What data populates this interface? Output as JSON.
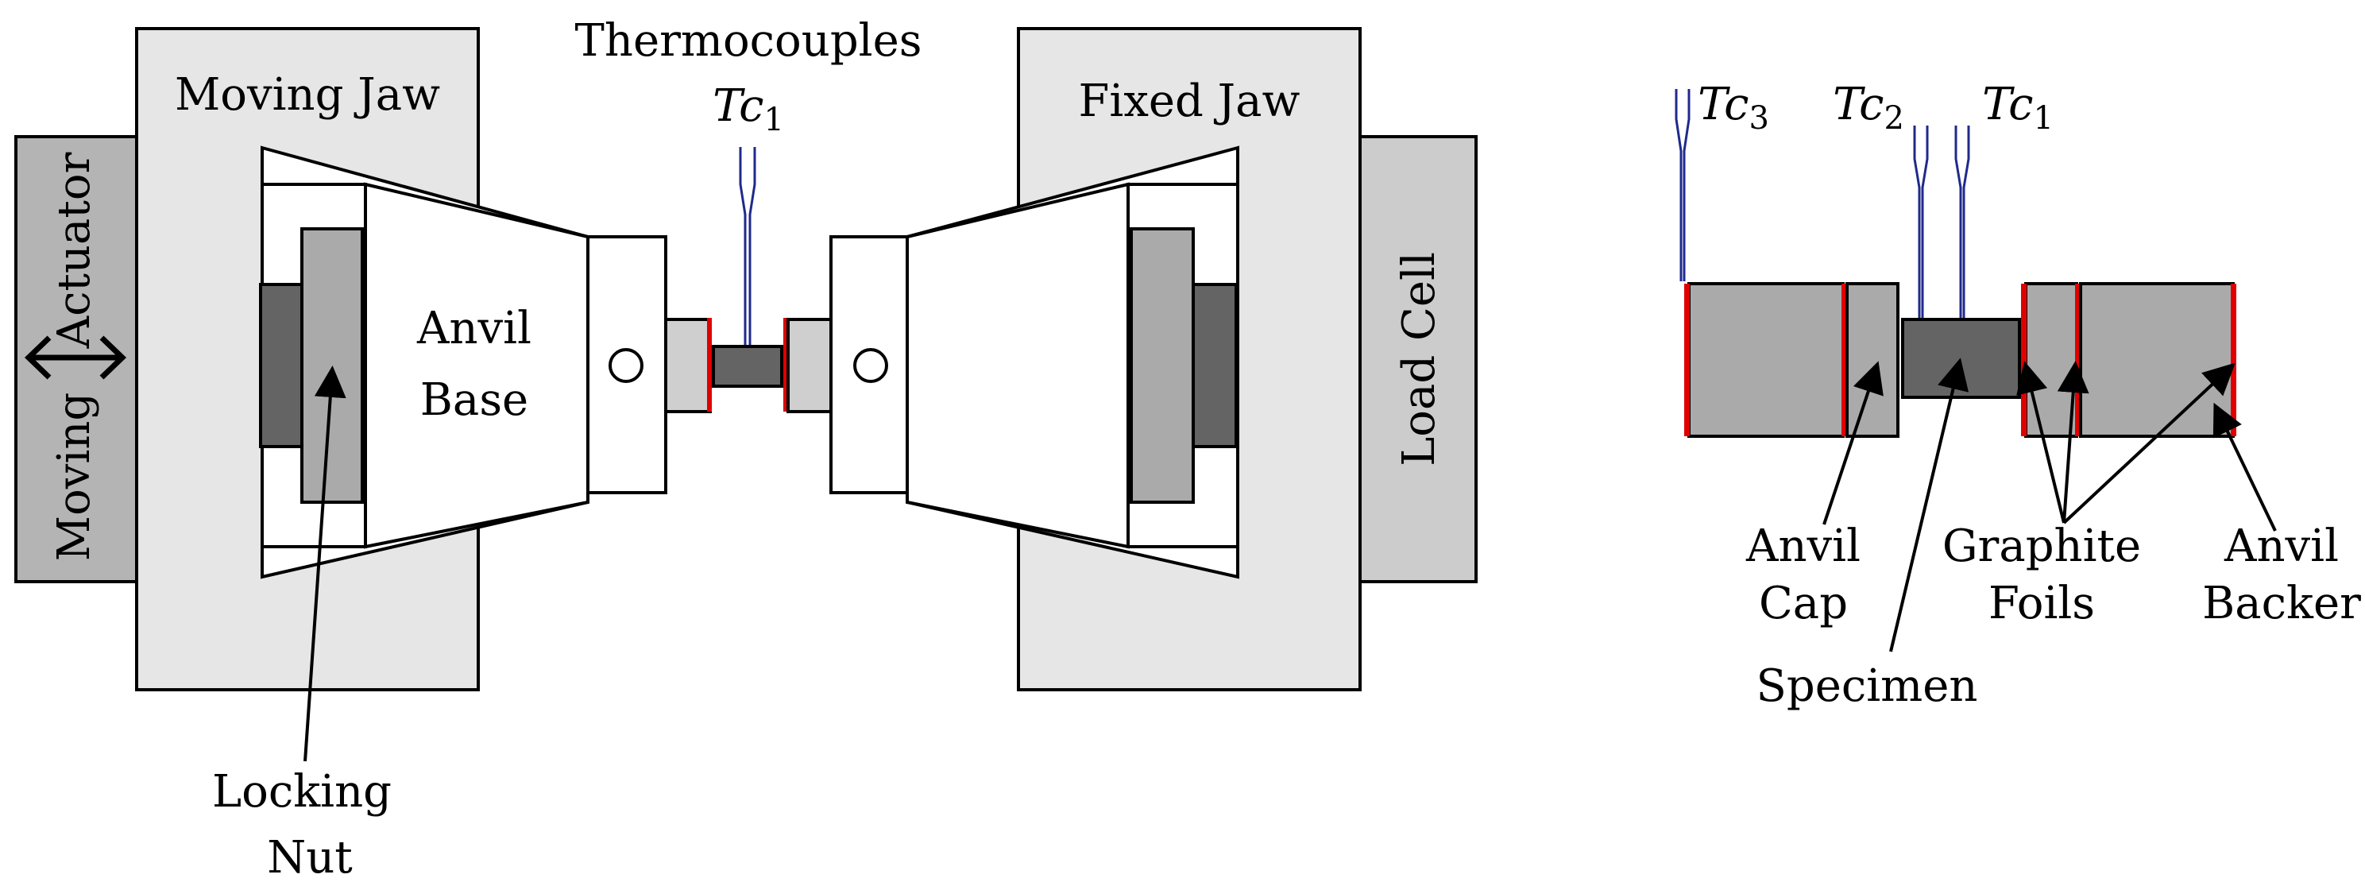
{
  "labels": {
    "moving_jaw": "Moving Jaw",
    "fixed_jaw": "Fixed Jaw",
    "actuator_line1": "Actuator",
    "actuator_line2": "Moving",
    "load_cell": "Load Cell",
    "anvil_base_line1": "Anvil",
    "anvil_base_line2": "Base",
    "locking_nut_line1": "Locking",
    "locking_nut_line2": "Nut",
    "thermocouples": "Thermocouples",
    "tc_left_base": "Tc",
    "tc_left_sub": "1",
    "right_tc3_base": "Tc",
    "right_tc3_sub": "3",
    "right_tc2_base": "Tc",
    "right_tc2_sub": "2",
    "right_tc1_base": "Tc",
    "right_tc1_sub": "1",
    "anvil_cap_line1": "Anvil",
    "anvil_cap_line2": "Cap",
    "graphite_foils_line1": "Graphite",
    "graphite_foils_line2": "Foils",
    "anvil_backer_line1": "Anvil",
    "anvil_backer_line2": "Backer",
    "specimen": "Specimen"
  },
  "colors": {
    "jaw_fill": "#e6e6e6",
    "actuator_fill": "#b4b4b4",
    "load_cell_fill": "#cccccc",
    "part_grey": "#aaaaaa",
    "part_dark": "#646464",
    "part_light": "#cfcfcf",
    "foil_red": "#e00000",
    "thermocouple_blue": "#1f2a8c",
    "stroke": "#000000"
  }
}
